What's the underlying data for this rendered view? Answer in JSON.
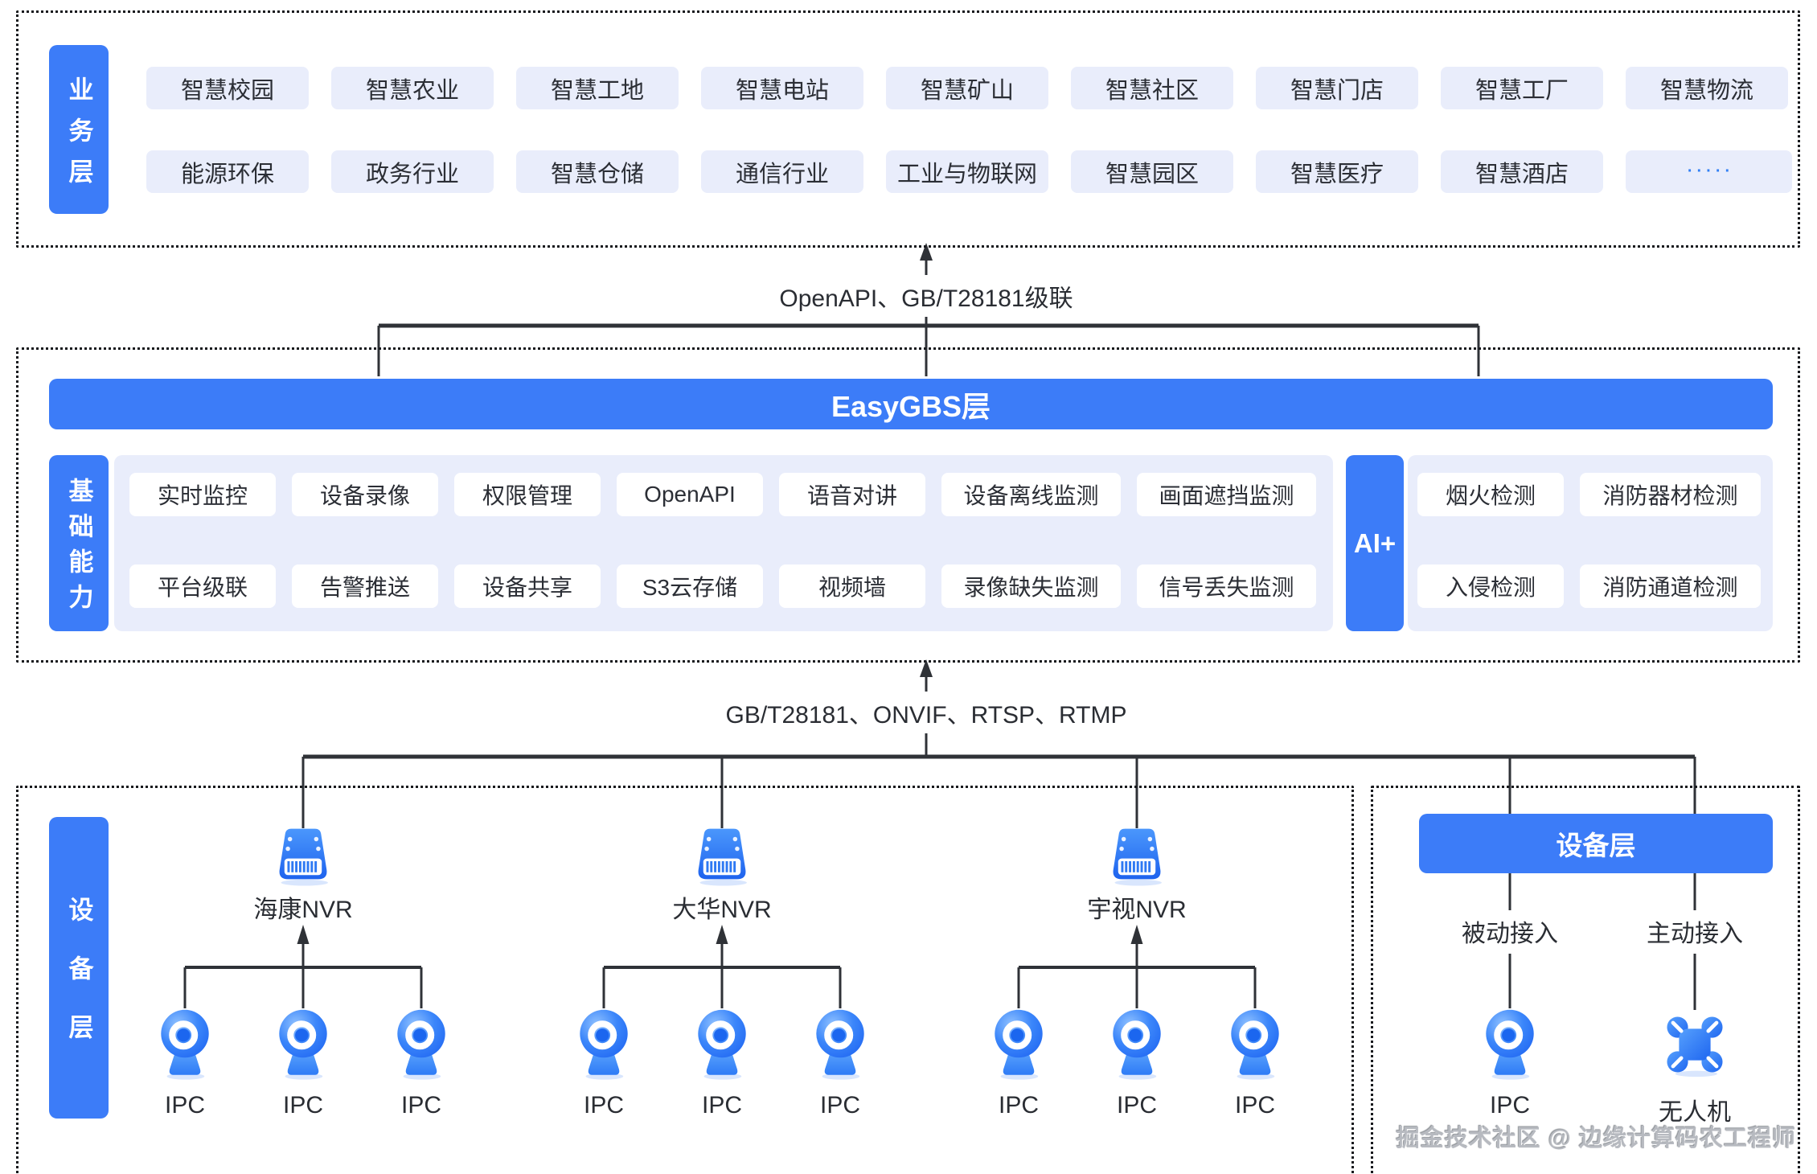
{
  "colors": {
    "primary": "#3c7cf8",
    "panel_bg": "#e9edfb",
    "card_bg": "#ffffff",
    "text_dark": "#2b2e35",
    "line": "#2f3237",
    "icon_blue_light": "#4b97fc",
    "icon_blue_dark": "#1e63ee"
  },
  "business": {
    "label": "业务层",
    "row1": [
      "智慧校园",
      "智慧农业",
      "智慧工地",
      "智慧电站",
      "智慧矿山",
      "智慧社区",
      "智慧门店",
      "智慧工厂",
      "智慧物流"
    ],
    "row2": [
      "能源环保",
      "政务行业",
      "智慧仓储",
      "通信行业",
      "工业与物联网",
      "智慧园区",
      "智慧医疗",
      "智慧酒店",
      "·····"
    ]
  },
  "link_top": {
    "label": "OpenAPI、GB/T28181级联"
  },
  "easygbs": {
    "title": "EasyGBS层",
    "base": {
      "label": "基础能力",
      "row1": [
        "实时监控",
        "设备录像",
        "权限管理",
        "OpenAPI",
        "语音对讲",
        "设备离线监测",
        "画面遮挡监测"
      ],
      "row2": [
        "平台级联",
        "告警推送",
        "设备共享",
        "S3云存储",
        "视频墙",
        "录像缺失监测",
        "信号丢失监测"
      ]
    },
    "ai": {
      "label": "AI+",
      "row1": [
        "烟火检测",
        "消防器材检测"
      ],
      "row2": [
        "入侵检测",
        "消防通道检测"
      ]
    }
  },
  "link_mid": {
    "label": "GB/T28181、ONVIF、RTSP、RTMP"
  },
  "devices": {
    "label": "设备层",
    "groups": [
      {
        "name": "海康NVR",
        "ipcs": [
          "IPC",
          "IPC",
          "IPC"
        ]
      },
      {
        "name": "大华NVR",
        "ipcs": [
          "IPC",
          "IPC",
          "IPC"
        ]
      },
      {
        "name": "宇视NVR",
        "ipcs": [
          "IPC",
          "IPC",
          "IPC"
        ]
      }
    ],
    "panel": {
      "title": "设备层",
      "passive": {
        "label": "被动接入",
        "device": "IPC"
      },
      "active": {
        "label": "主动接入",
        "device": "无人机"
      }
    }
  },
  "watermark": "掘金技术社区 @ 边缘计算码农工程师"
}
